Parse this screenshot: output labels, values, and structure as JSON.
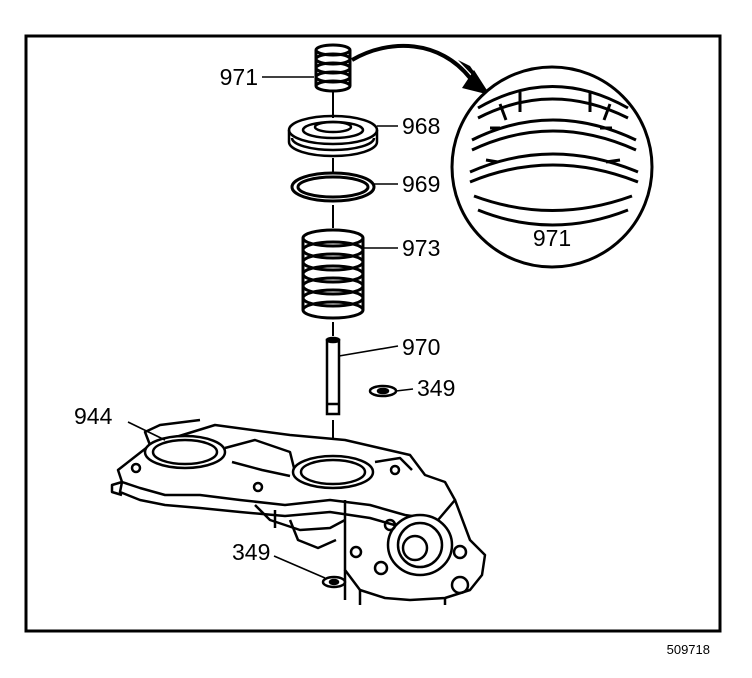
{
  "figure": {
    "number": "509718",
    "detail_label": "971"
  },
  "callouts": [
    {
      "id": "971",
      "part": "spring-971"
    },
    {
      "id": "968",
      "part": "piston-968"
    },
    {
      "id": "969",
      "part": "seal-ring-969"
    },
    {
      "id": "973",
      "part": "spring-973"
    },
    {
      "id": "970",
      "part": "pin-970"
    },
    {
      "id": "349",
      "part": "washer-349"
    },
    {
      "id": "944",
      "part": "housing-944"
    },
    {
      "id": "349",
      "part": "washer-349-lower"
    }
  ],
  "colors": {
    "ink": "#000000",
    "paper": "#ffffff"
  }
}
